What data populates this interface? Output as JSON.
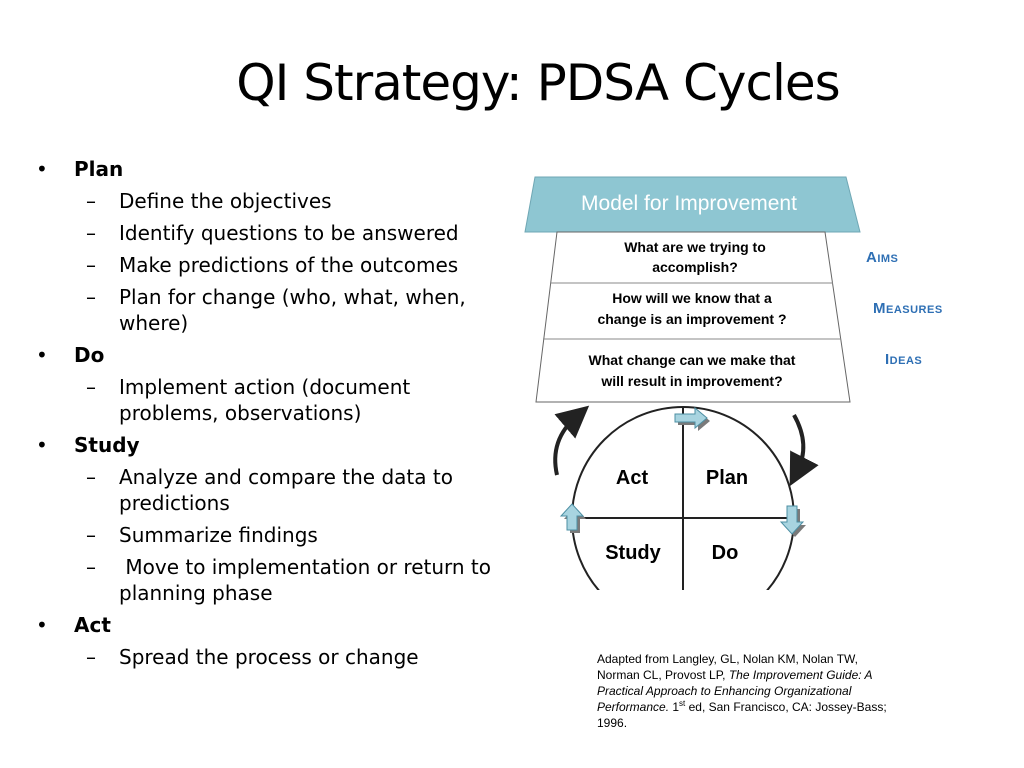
{
  "title": "QI Strategy: PDSA Cycles",
  "bullets": {
    "plan": {
      "heading": "Plan",
      "items": [
        "Define the objectives",
        "Identify questions to be answered",
        "Make predictions of the outcomes",
        "Plan for change (who, what, when, where)"
      ]
    },
    "do": {
      "heading": "Do",
      "items": [
        "Implement action (document problems, observations)"
      ]
    },
    "study": {
      "heading": "Study",
      "items": [
        "Analyze and compare the data to predictions",
        "Summarize findings",
        " Move to implementation or return to planning phase"
      ]
    },
    "act": {
      "heading": "Act",
      "items": [
        "Spread the process or change"
      ]
    },
    "bullet_glyph": "•",
    "dash_glyph": "–"
  },
  "model": {
    "header": "Model for Improvement",
    "q1_line1": "What are we trying to",
    "q1_line2": "accomplish?",
    "q2_line1": "How will we know that a",
    "q2_line2": "change is an improvement ?",
    "q3_line1": "What change can we make that",
    "q3_line2": "will result in improvement?",
    "label_aims": "Aims",
    "label_measures": "Measures",
    "label_ideas": "Ideas"
  },
  "cycle": {
    "act": "Act",
    "plan": "Plan",
    "study": "Study",
    "do": "Do"
  },
  "citation": {
    "line1": "Adapted from Langley, GL, Nolan KM, Nolan TW,",
    "line2_plain": "Norman CL, Provost LP, ",
    "line2_italic": "The Improvement Guide: A",
    "line3_italic": "Practical Approach to Enhancing Organizational",
    "line4_italic": "Performance.",
    "line4_edition": " 1",
    "line4_sup": "st",
    "line4_rest": " ed, San Francisco, CA: Jossey-Bass;",
    "line5": "1996."
  },
  "colors": {
    "header_fill": "#8ec6d2",
    "label_blue": "#2e6fb4",
    "arrow_fill": "#a8d4e0"
  }
}
